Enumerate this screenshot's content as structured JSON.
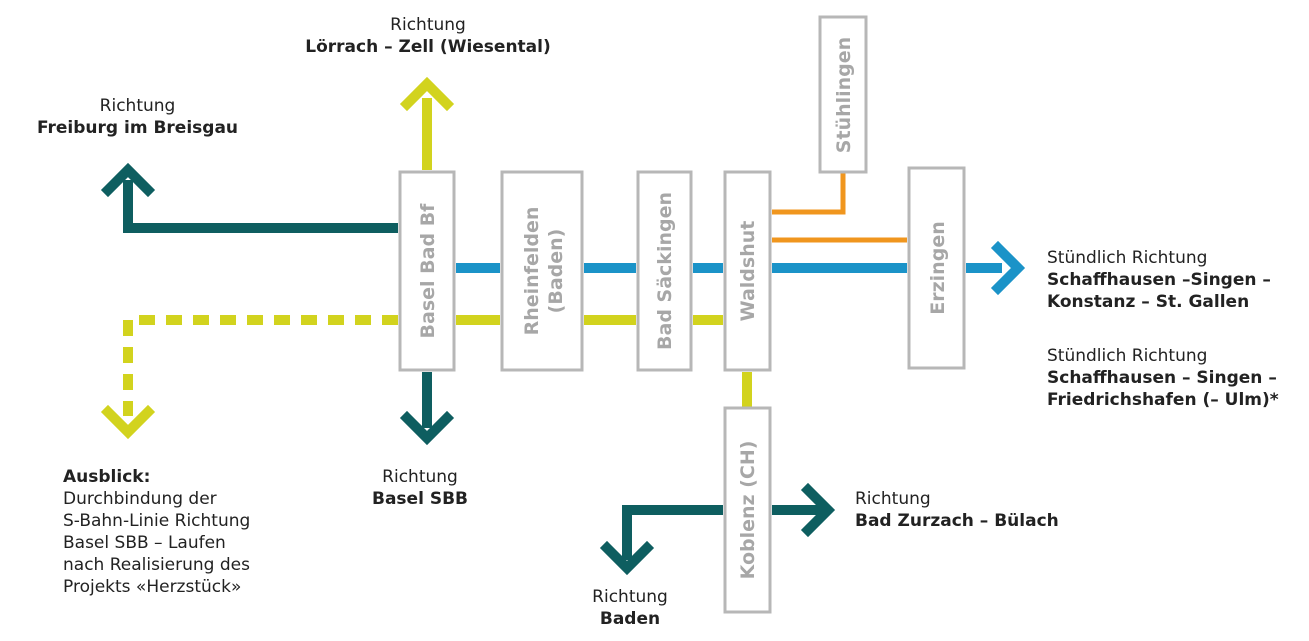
{
  "colors": {
    "dark_teal": "#0e5e60",
    "yellow_green": "#d2d31e",
    "blue": "#1b93c8",
    "orange": "#f0961e",
    "station_border": "#b7b7b7",
    "station_text": "#a7a7a7"
  },
  "stations": {
    "basel_bad_bf": "Basel Bad Bf",
    "rheinfelden": [
      "Rheinfelden",
      "(Baden)"
    ],
    "bad_saeckingen": "Bad Säckingen",
    "waldshut": "Waldshut",
    "stuehlingen": "Stühlingen",
    "erzingen": "Erzingen",
    "koblenz": "Koblenz (CH)"
  },
  "labels": {
    "loerrach": {
      "top": "Richtung",
      "dest": "Lörrach – Zell (Wiesental)"
    },
    "freiburg": {
      "top": "Richtung",
      "dest": "Freiburg im Breisgau"
    },
    "basel_sbb": {
      "top": "Richtung",
      "dest": "Basel SBB"
    },
    "baden": {
      "top": "Richtung",
      "dest": "Baden"
    },
    "zurzach": {
      "top": "Richtung",
      "dest": "Bad Zurzach – Bülach"
    },
    "schaffhausen_konstanz": {
      "top": "Stündlich Richtung",
      "dest1": "Schaffhausen –Singen –",
      "dest2": "Konstanz – St. Gallen"
    },
    "schaffhausen_friedrichshafen": {
      "top": "Stündlich Richtung",
      "dest1": "Schaffhausen – Singen –",
      "dest2": "Friedrichshafen (– Ulm)*"
    },
    "ausblick": {
      "title": "Ausblick:",
      "lines": [
        "Durchbindung der",
        "S-Bahn-Linie Richtung",
        "Basel SBB – Laufen",
        "nach Realisierung des",
        "Projekts «Herzstück»"
      ]
    }
  }
}
